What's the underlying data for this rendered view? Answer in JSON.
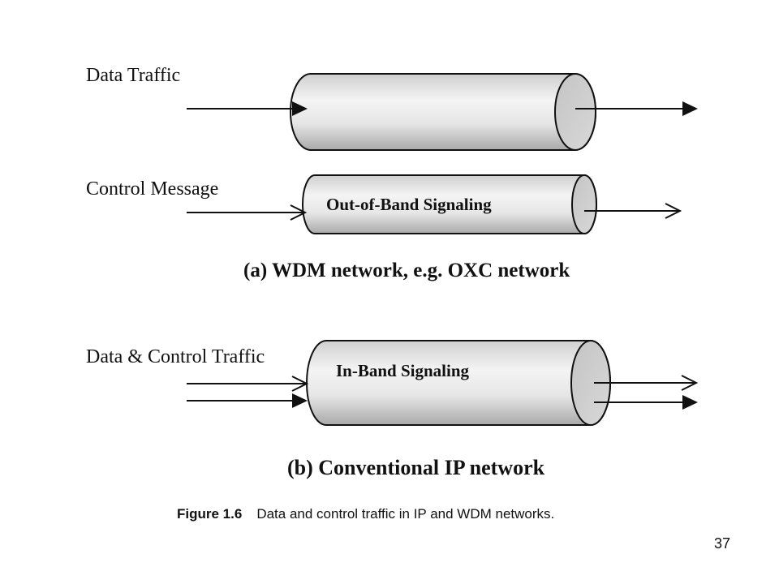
{
  "panel_a": {
    "data_label": "Data Traffic",
    "control_label": "Control Message",
    "pipe_label": "Out-of-Band Signaling",
    "caption": "(a) WDM network, e.g. OXC network"
  },
  "panel_b": {
    "data_label": "Data & Control Traffic",
    "pipe_label": "In-Band Signaling",
    "caption": "(b) Conventional IP network"
  },
  "figure": {
    "number": "Figure 1.6",
    "text": "Data and control traffic in IP and WDM networks."
  },
  "page_number": "37"
}
